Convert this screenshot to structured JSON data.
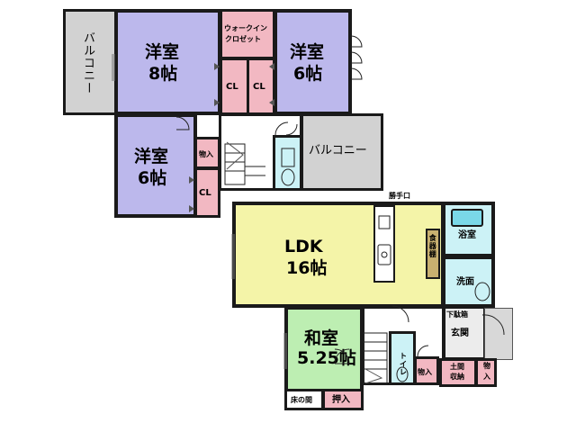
{
  "plan": {
    "upper_floor": {
      "balcony_left": "バルコニー",
      "western_room_1": {
        "name": "洋室",
        "size": "8帖"
      },
      "walkin_closet": {
        "line1": "ウォークイン",
        "line2": "クロゼット"
      },
      "western_room_2": {
        "name": "洋室",
        "size": "6帖"
      },
      "closet_a": "CL",
      "closet_b": "CL",
      "western_room_3": {
        "name": "洋室",
        "size": "6帖"
      },
      "storage_upper": "物入",
      "closet_c": "CL",
      "balcony_right": "バルコニー"
    },
    "lower_floor": {
      "kitchen_door_label": "勝手口",
      "ldk": {
        "name": "LDK",
        "size": "16帖"
      },
      "pantry": "食器棚",
      "bathroom": "浴室",
      "washroom": "洗面",
      "shoe_cabinet": "下駄箱",
      "entrance": "玄関",
      "japanese_room": {
        "name": "和室",
        "size": "5.25帖"
      },
      "toilet": "ト\nイ\nレ",
      "storage_lower": "物入",
      "earthen_storage": {
        "line1": "土間",
        "line2": "収納"
      },
      "storage_outside": {
        "line1": "物",
        "line2": "入"
      },
      "tokonoma": "床の間",
      "oshiire": "押入"
    },
    "colors": {
      "western_room": "#bcb8ec",
      "closet": "#f2b8c2",
      "balcony": "#d2d2d2",
      "ldk": "#f4f4a8",
      "wet_area": "#ccf2f6",
      "japanese_room": "#bdeeb2",
      "pantry": "#c8b070",
      "entrance": "#ececec",
      "stair": "#ffffff",
      "wall": "#1a1a1a"
    }
  }
}
